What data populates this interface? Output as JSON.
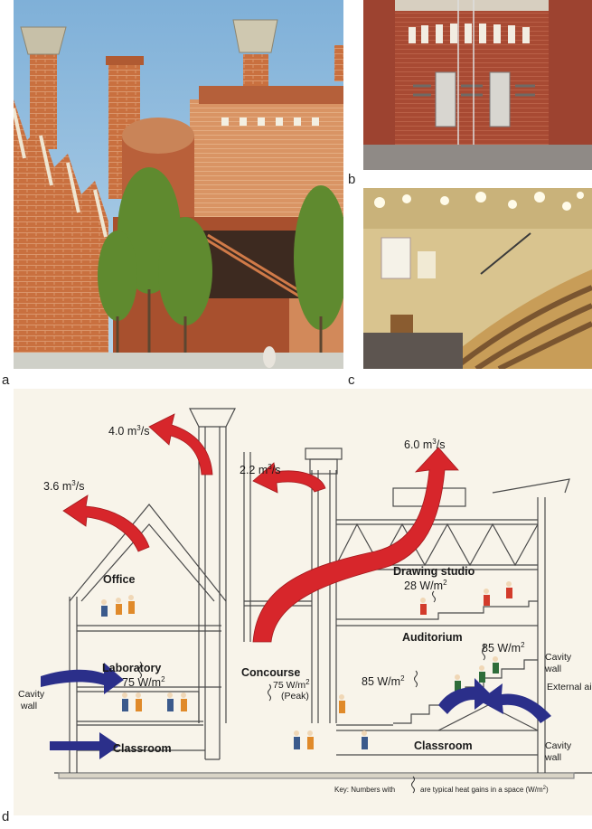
{
  "panels": {
    "a": {
      "letter": "a",
      "description_icon": "photo-brick-towers"
    },
    "b": {
      "letter": "b",
      "description_icon": "photo-brick-facade"
    },
    "c": {
      "letter": "c",
      "description_icon": "photo-lecture-theatre"
    },
    "d": {
      "letter": "d"
    }
  },
  "diagram": {
    "flows": {
      "f1": "4.0 m",
      "f2": "3.6 m",
      "f3": "2.2 m",
      "f4": "6.0 m",
      "unit_sup": "3",
      "unit_rest": "/s"
    },
    "rooms": {
      "office": "Office",
      "laboratory": "Laboratory",
      "lab_gain": "75 W/m",
      "concourse": "Concourse",
      "concourse_gain": "75 W/m",
      "concourse_peak": "(Peak)",
      "drawing_studio": "Drawing studio",
      "studio_gain": "28 W/m",
      "auditorium": "Auditorium",
      "aud_gain_1": "85 W/m",
      "aud_gain_2": "85 W/m",
      "classroom_left": "Classroom",
      "classroom_right": "Classroom",
      "sup2": "2"
    },
    "walls": {
      "cavity_left_1": "Cavity",
      "cavity_left_2": "wall",
      "cavity_right_1a": "Cavity",
      "cavity_right_1b": "wall",
      "cavity_right_2a": "Cavity",
      "cavity_right_2b": "wall",
      "external_air": "External air"
    },
    "key": {
      "part1": "Key: Numbers with",
      "part2": "are typical heat gains in a space (W/m",
      "sup": "2",
      "part3": ")"
    }
  },
  "colors": {
    "exhaust_arrow": "#d7262b",
    "intake_arrow": "#2b2f8a",
    "brick": "#c8663c",
    "sky": "#8db9dc",
    "line": "#555555"
  }
}
